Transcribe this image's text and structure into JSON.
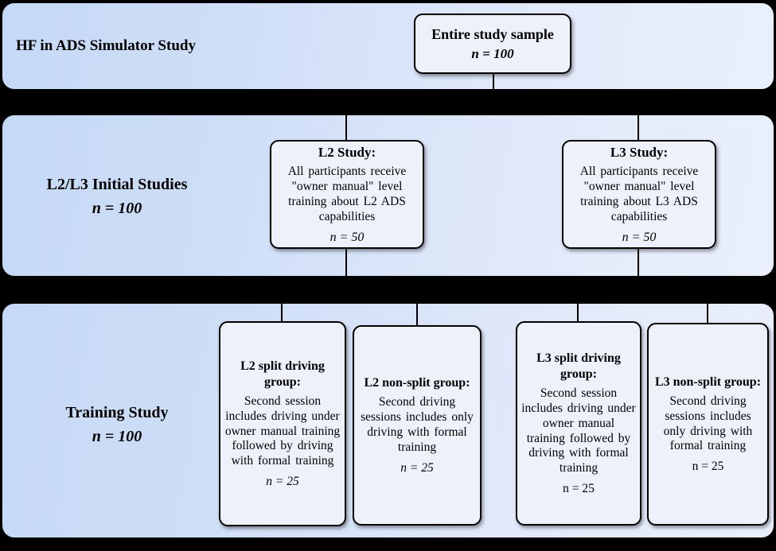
{
  "figure_title": "HF in ADS Simulator Study",
  "colors": {
    "separator": "#000000",
    "band_gradient_left": "#c5d9f5",
    "band_gradient_right": "#eaf0fb",
    "node_fill": "#edf1fa",
    "node_border": "#000000"
  },
  "row1": {
    "label": "HF in ADS Simulator Study",
    "box": {
      "title": "Entire study sample",
      "n": "n = 100"
    }
  },
  "row2": {
    "label": "L2/L3 Initial Studies",
    "n": "n = 100",
    "boxes": [
      {
        "title": "L2 Study:",
        "body": "All participants receive \"owner manual\" level training about L2 ADS capabilities",
        "n": "n = 50"
      },
      {
        "title": "L3 Study:",
        "body": "All participants receive \"owner manual\" level training about L3 ADS capabilities",
        "n": "n = 50"
      }
    ]
  },
  "row3": {
    "label": "Training Study",
    "n": "n = 100",
    "boxes": [
      {
        "title": "L2 split driving group:",
        "body": "Second session includes driving under owner manual training followed by driving with formal training",
        "n": "n = 25"
      },
      {
        "title": "L2 non-split group:",
        "body": "Second driving sessions includes only driving with formal training",
        "n": "n = 25"
      },
      {
        "title": "L3 split driving group:",
        "body": "Second session includes driving under owner manual training followed by driving with formal training",
        "n": "n = 25"
      },
      {
        "title": "L3 non-split group:",
        "body": "Second driving sessions includes only driving with formal training",
        "n": "n = 25"
      }
    ]
  }
}
